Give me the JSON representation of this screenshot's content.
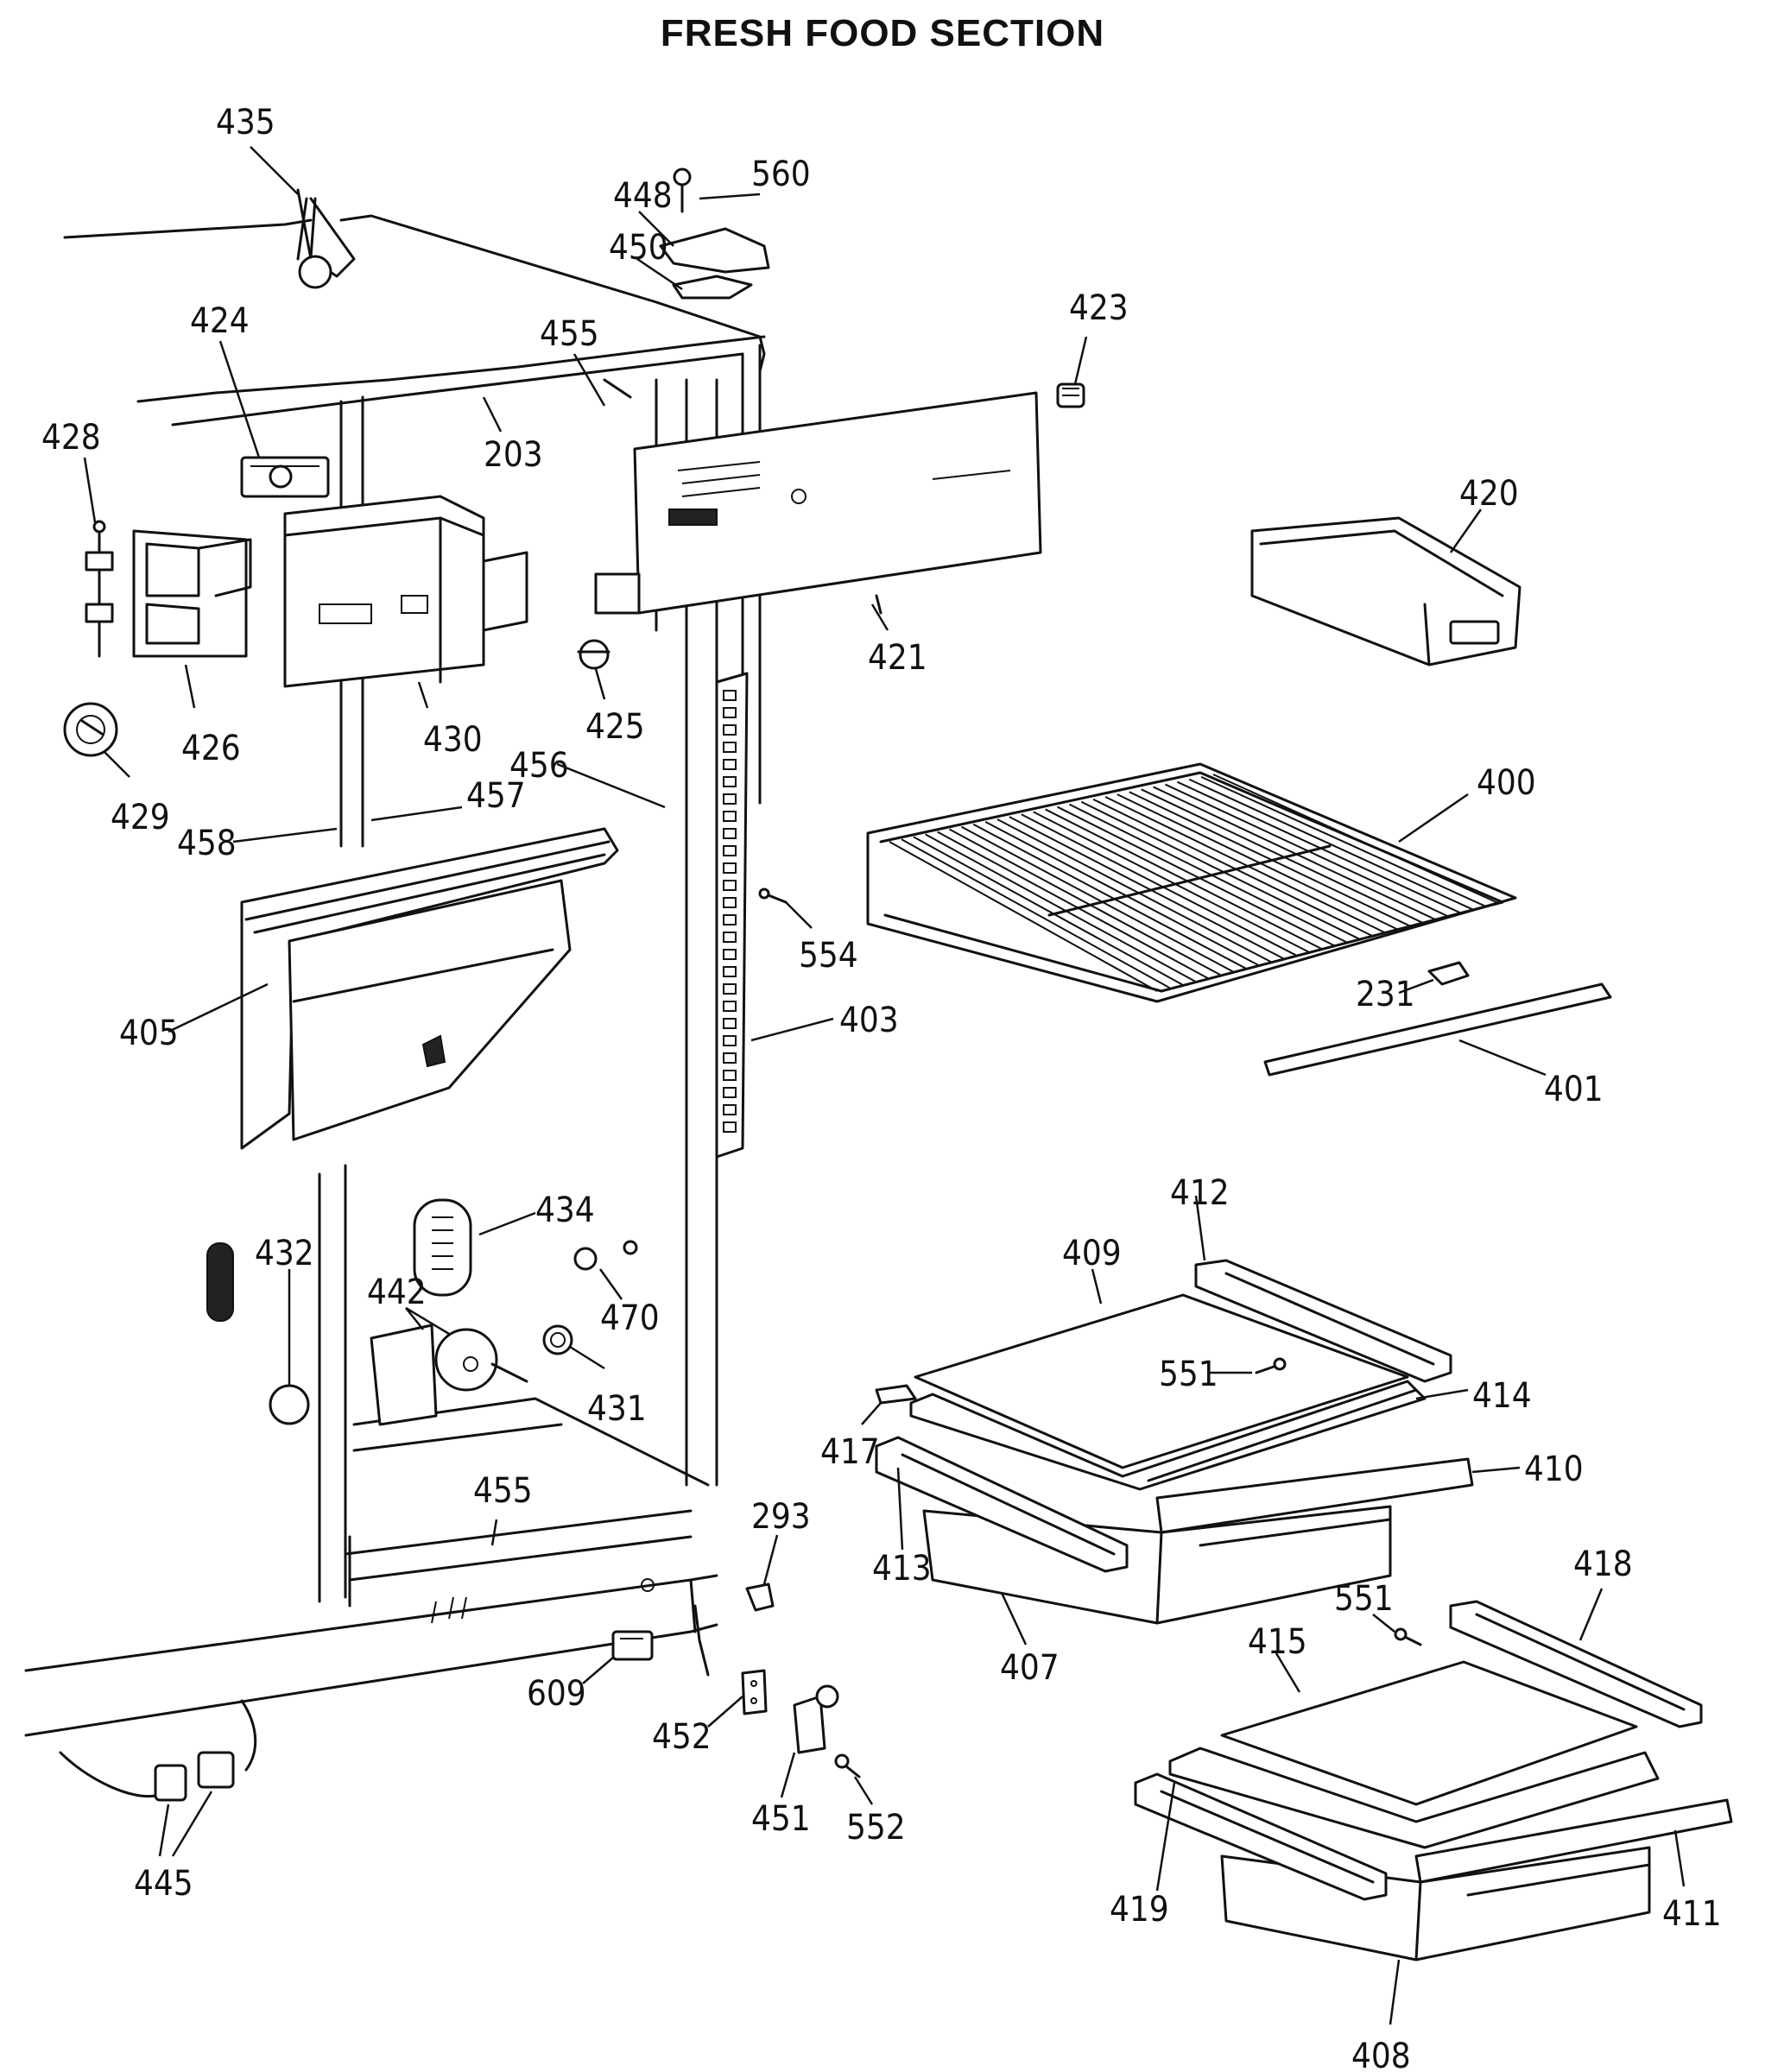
{
  "title": "FRESH FOOD SECTION",
  "parts": {
    "p435": "435",
    "p560": "560",
    "p448": "448",
    "p450": "450",
    "p423": "423",
    "p424": "424",
    "p455a": "455",
    "p428": "428",
    "p203": "203",
    "p420": "420",
    "p421": "421",
    "p426": "426",
    "p430": "430",
    "p425": "425",
    "p456": "456",
    "p400": "400",
    "p429": "429",
    "p457": "457",
    "p458": "458",
    "p554": "554",
    "p405": "405",
    "p403": "403",
    "p231": "231",
    "p401": "401",
    "p412": "412",
    "p434": "434",
    "p409": "409",
    "p432": "432",
    "p442": "442",
    "p470": "470",
    "p551a": "551",
    "p414": "414",
    "p431": "431",
    "p417": "417",
    "p410": "410",
    "p455b": "455",
    "p293": "293",
    "p413": "413",
    "p418": "418",
    "p407": "407",
    "p551b": "551",
    "p415": "415",
    "p609": "609",
    "p452": "452",
    "p451": "451",
    "p552": "552",
    "p445": "445",
    "p419": "419",
    "p411": "411",
    "p408": "408"
  }
}
